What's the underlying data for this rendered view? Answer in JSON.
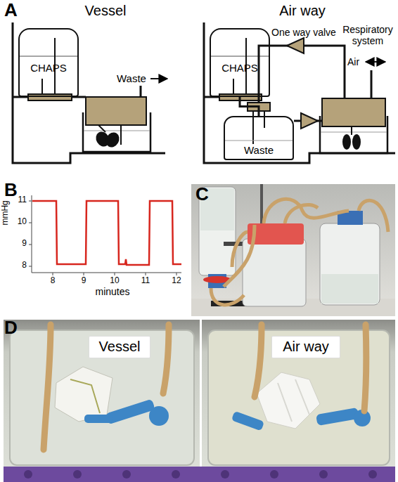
{
  "diagram": {
    "nodes": [
      {
        "text": [
          "CHAPS"
        ]
      },
      {
        "text": [
          "CHAPS"
        ]
      },
      {
        "text": [
          "Waste"
        ]
      },
      {
        "text": [
          "Vessel"
        ]
      },
      {
        "text": [
          "Air way"
        ]
      }
    ],
    "edges": [
      {
        "from": 1,
        "to": 2,
        "arrow": "none"
      }
    ],
    "labels": [
      "A",
      "Vessel",
      "Air way",
      "Waste",
      "One way valve",
      "Respiratory system",
      "Air",
      "B",
      "11",
      "10",
      "9",
      "8",
      "mmHg",
      "8",
      "9",
      "10",
      "11",
      "12",
      "minutes",
      "C",
      "D"
    ]
  }
}
